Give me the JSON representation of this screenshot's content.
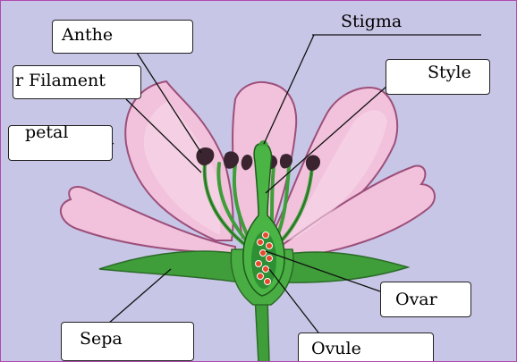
{
  "labels": {
    "anther": "Anthe",
    "filament": "r Filament",
    "stigma": "Stigma",
    "style": "Style",
    "petal": "petal",
    "ovary": "Ovar",
    "sepal": "Sepa",
    "ovule": "Ovule"
  },
  "colors": {
    "background": "#c8c6e6",
    "petal": "#f2c2dc",
    "petal_outline": "#9c4f7a",
    "stem": "#3f9e3a",
    "ovary": "#2e8f34",
    "ovule": "#e8482c",
    "anther": "#3a2430"
  }
}
